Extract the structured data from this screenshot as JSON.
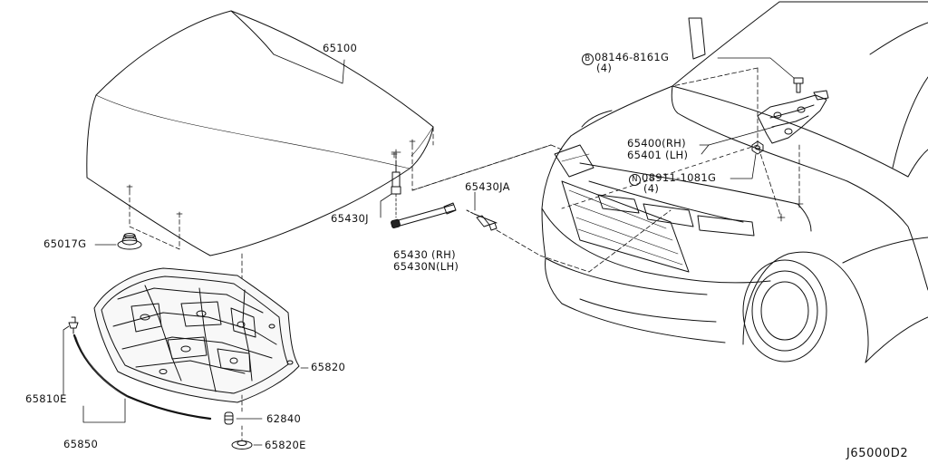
{
  "diagram": {
    "code": "J65000D2",
    "parts": {
      "hood": "65100",
      "hood_grommet": "65017G",
      "insulator": "65820",
      "clip_810e": "65810E",
      "seal": "65850",
      "clip_62840": "62840",
      "clip_820e": "65820E",
      "stay_bracket_j": "65430J",
      "stay_bracket_ja": "65430JA",
      "stay_rh": "65430 (RH)",
      "stay_lh": "65430N(LH)",
      "hinge_rh": "65400(RH)",
      "hinge_lh": "65401 (LH)",
      "bolt_b": {
        "marker": "B",
        "number": "08146-8161G",
        "qty": "(4)"
      },
      "nut_n": {
        "marker": "N",
        "number": "08911-1081G",
        "qty": "(4)"
      }
    },
    "colors": {
      "line": "#111111",
      "background": "#ffffff"
    }
  }
}
